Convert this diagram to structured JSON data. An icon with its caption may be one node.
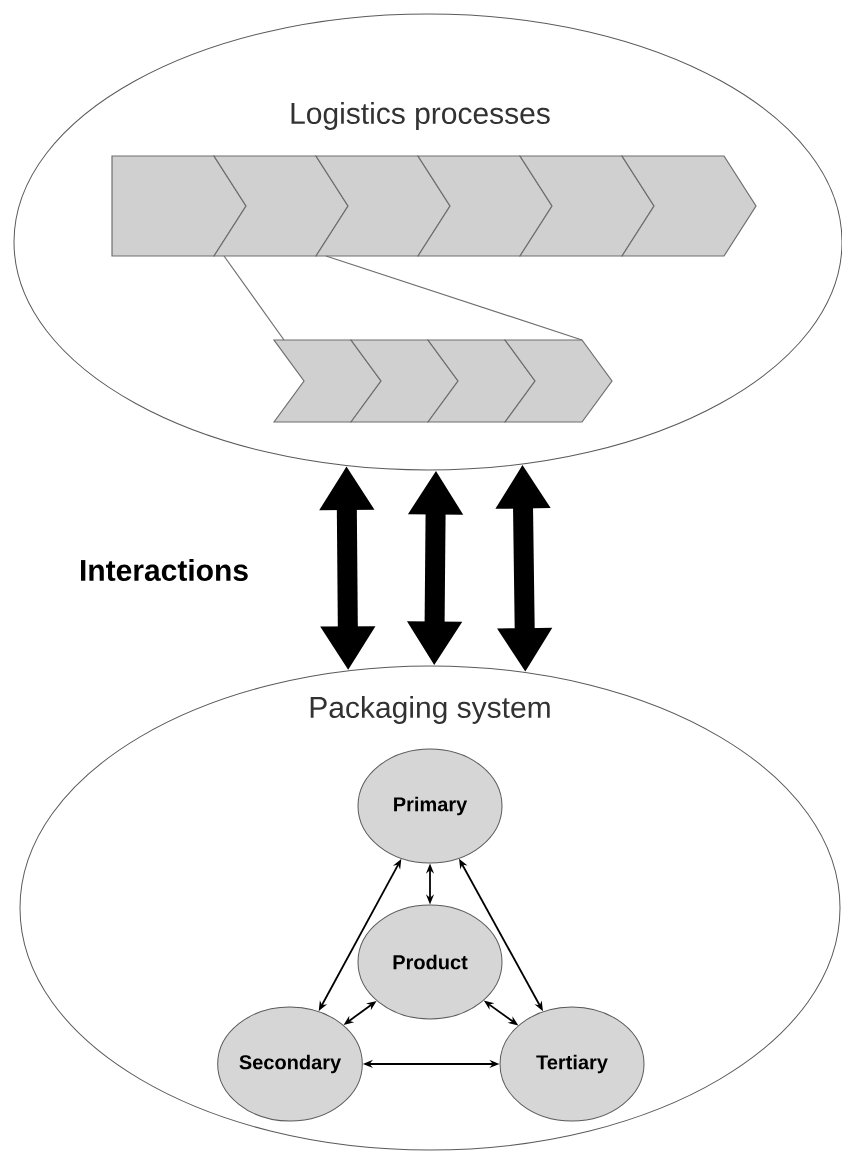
{
  "diagram": {
    "nodes": [
      {
        "text": [
          "Logistics processes"
        ]
      },
      {
        "text": [
          "Packaging system"
        ]
      },
      {
        "text": [
          "Primary"
        ],
        "in": 1
      },
      {
        "text": [
          "Product"
        ],
        "in": 1
      },
      {
        "text": [
          "Secondary"
        ],
        "in": 1
      },
      {
        "text": [
          "Tertiary"
        ],
        "in": 1
      }
    ],
    "edges": [
      {
        "from": 0,
        "to": 1,
        "arrow": "both",
        "style": "thick"
      },
      {
        "from": 0,
        "to": 1,
        "arrow": "both",
        "style": "thick"
      },
      {
        "from": 0,
        "to": 1,
        "arrow": "both",
        "style": "thick"
      },
      {
        "from": 2,
        "to": 3,
        "arrow": "both"
      },
      {
        "from": 2,
        "to": 4,
        "arrow": "both"
      },
      {
        "from": 2,
        "to": 5,
        "arrow": "both"
      },
      {
        "from": 3,
        "to": 4,
        "arrow": "both"
      },
      {
        "from": 3,
        "to": 5,
        "arrow": "both"
      },
      {
        "from": 4,
        "to": 5,
        "arrow": "both"
      }
    ],
    "labels": [
      "Interactions"
    ]
  }
}
